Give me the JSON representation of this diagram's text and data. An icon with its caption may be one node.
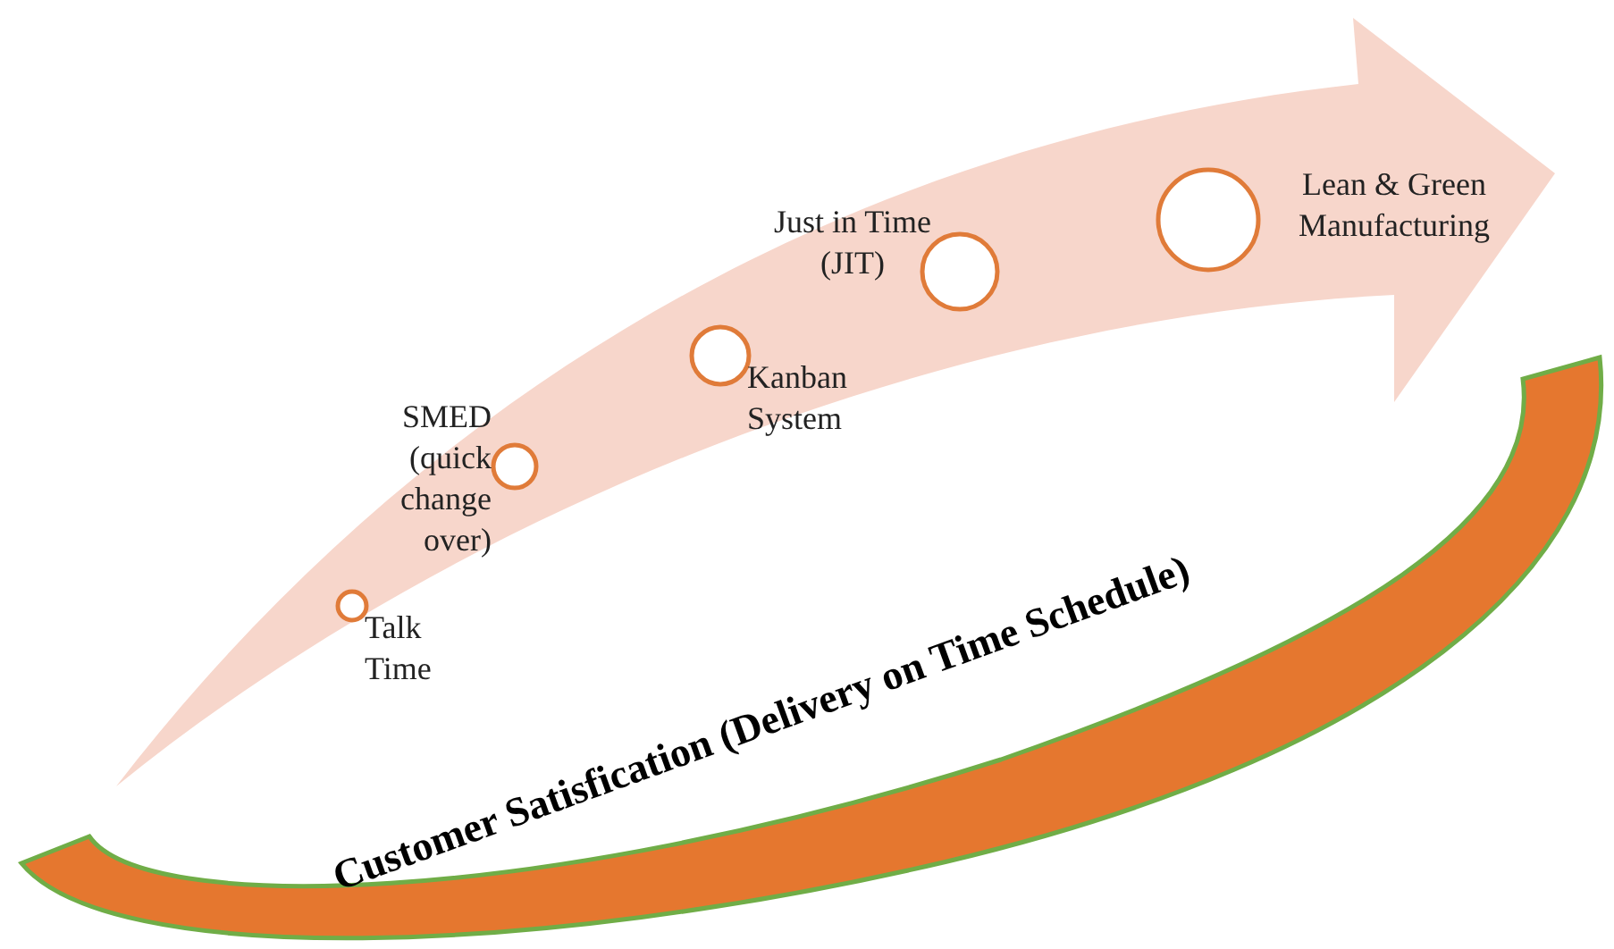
{
  "diagram": {
    "nodes": [
      {
        "text": [],
        "shape": "arrow"
      },
      {
        "text": [],
        "shape": "circle",
        "in": 0,
        "beside": [
          "Talk Time"
        ]
      },
      {
        "text": [],
        "shape": "circle",
        "in": 0,
        "beside": [
          "SMED (quick change over)"
        ]
      },
      {
        "text": [],
        "shape": "circle",
        "in": 0,
        "beside": [
          "Kanban System"
        ]
      },
      {
        "text": [],
        "shape": "circle",
        "in": 0,
        "beside": [
          "Just in Time (JIT)"
        ]
      },
      {
        "text": [],
        "shape": "circle",
        "in": 0,
        "beside": [
          "Lean & Green Manufacturing"
        ]
      },
      {
        "text": [
          "Customer Satisfication (Delivery on Time Schedule)"
        ]
      }
    ]
  }
}
